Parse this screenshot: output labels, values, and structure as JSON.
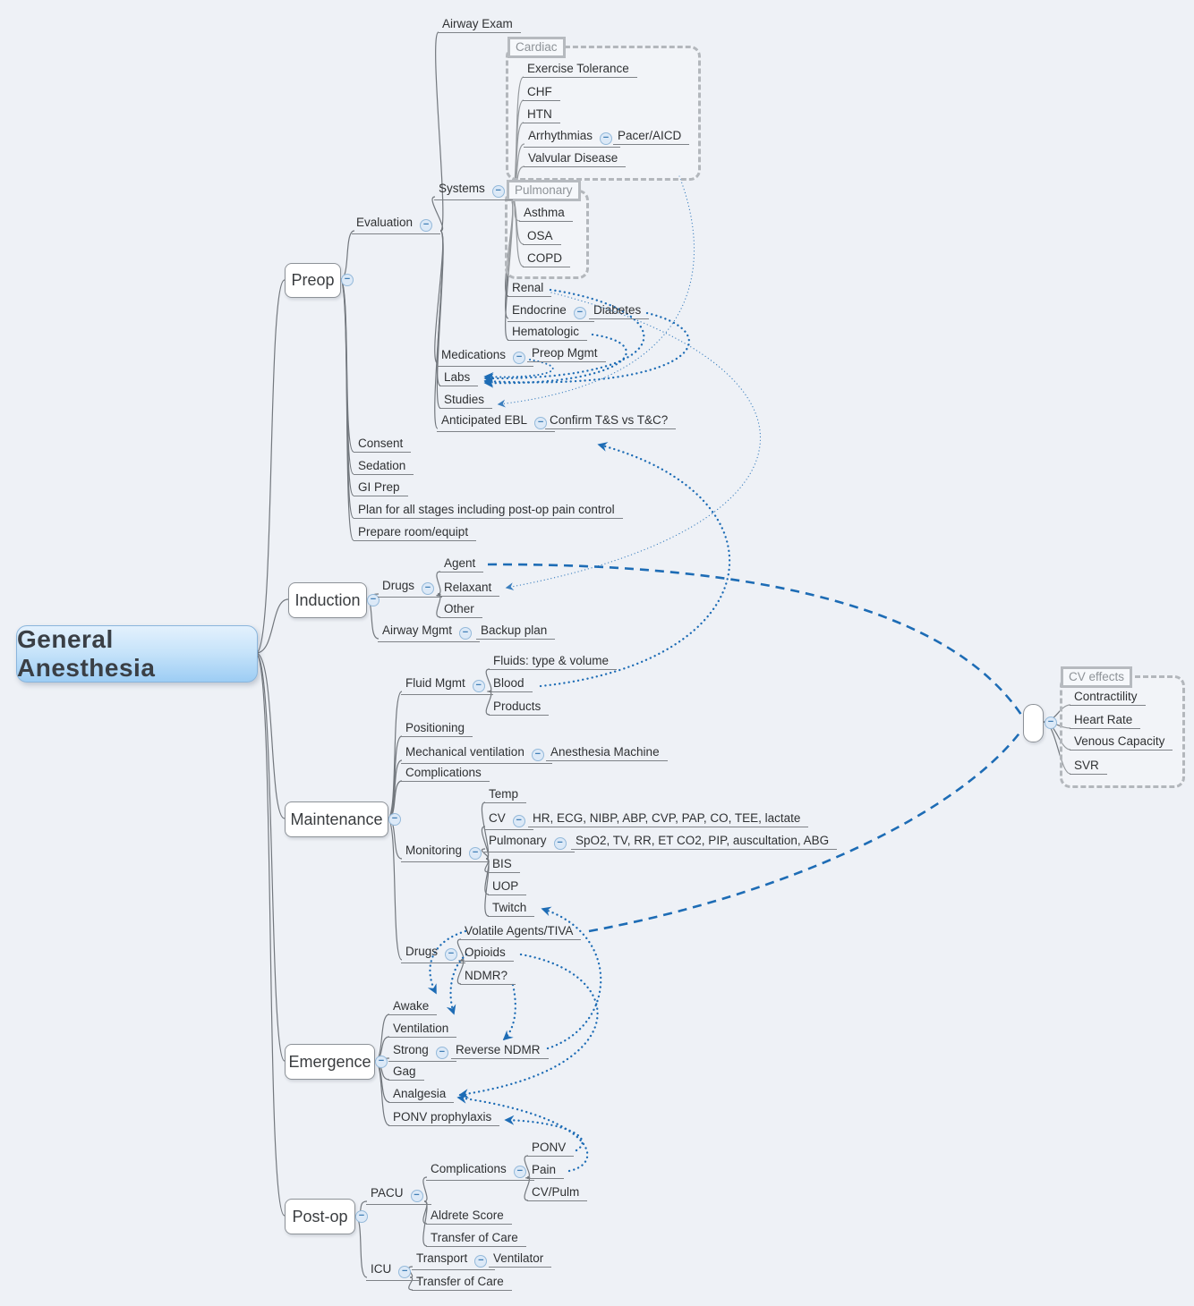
{
  "icons": {
    "collapse": "−"
  },
  "root": {
    "label": "General Anesthesia"
  },
  "preop": {
    "label": "Preop",
    "evaluation": {
      "label": "Evaluation",
      "airway_exam": "Airway Exam",
      "systems": {
        "label": "Systems",
        "cardiac_group": "Cardiac",
        "cardiac": {
          "exercise_tolerance": "Exercise Tolerance",
          "chf": "CHF",
          "htn": "HTN",
          "arrhythmias": "Arrhythmias",
          "pacer_aicd": "Pacer/AICD",
          "valvular_disease": "Valvular Disease"
        },
        "pulmonary_group": "Pulmonary",
        "pulmonary": {
          "asthma": "Asthma",
          "osa": "OSA",
          "copd": "COPD"
        },
        "renal": "Renal",
        "endocrine": "Endocrine",
        "diabetes": "Diabetes",
        "hematologic": "Hematologic"
      },
      "medications": "Medications",
      "preop_mgmt": "Preop Mgmt",
      "labs": "Labs",
      "studies": "Studies",
      "anticipated_ebl": "Anticipated EBL",
      "confirm_ts": "Confirm T&S vs T&C?"
    },
    "consent": "Consent",
    "sedation": "Sedation",
    "gi_prep": "GI Prep",
    "plan": "Plan for all stages including post-op pain control",
    "prepare_room": "Prepare room/equipt"
  },
  "induction": {
    "label": "Induction",
    "drugs": {
      "label": "Drugs",
      "agent": "Agent",
      "relaxant": "Relaxant",
      "other": "Other"
    },
    "airway_mgmt": "Airway Mgmt",
    "backup_plan": "Backup plan"
  },
  "maintenance": {
    "label": "Maintenance",
    "fluid_mgmt": {
      "label": "Fluid Mgmt",
      "fluids": "Fluids: type & volume",
      "blood": "Blood",
      "products": "Products"
    },
    "positioning": "Positioning",
    "mechanical_ventilation": "Mechanical ventilation",
    "anesthesia_machine": "Anesthesia Machine",
    "complications": "Complications",
    "monitoring": {
      "label": "Monitoring",
      "temp": "Temp",
      "cv": "CV",
      "cv_params": "HR, ECG, NIBP, ABP, CVP, PAP, CO, TEE, lactate",
      "pulmonary": "Pulmonary",
      "pulm_params": "SpO2, TV, RR, ET CO2, PIP, auscultation, ABG",
      "bis": "BIS",
      "uop": "UOP",
      "twitch": "Twitch"
    },
    "drugs": {
      "label": "Drugs",
      "volatile": "Volatile Agents/TIVA",
      "opioids": "Opioids",
      "ndmr": "NDMR?"
    }
  },
  "emergence": {
    "label": "Emergence",
    "awake": "Awake",
    "ventilation": "Ventilation",
    "strong": "Strong",
    "reverse_ndmr": "Reverse NDMR",
    "gag": "Gag",
    "analgesia": "Analgesia",
    "ponv_prophylaxis": "PONV prophylaxis"
  },
  "postop": {
    "label": "Post-op",
    "pacu": {
      "label": "PACU",
      "complications": {
        "label": "Complications",
        "ponv": "PONV",
        "pain": "Pain",
        "cv_pulm": "CV/Pulm"
      },
      "aldrete": "Aldrete Score",
      "transfer": "Transfer of Care"
    },
    "icu": {
      "label": "ICU",
      "transport": "Transport",
      "ventilator": "Ventilator",
      "transfer": "Transfer of Care"
    }
  },
  "cv_effects": {
    "group_label": "CV effects",
    "contractility": "Contractility",
    "heart_rate": "Heart Rate",
    "venous_capacity": "Venous Capacity",
    "svr": "SVR"
  }
}
